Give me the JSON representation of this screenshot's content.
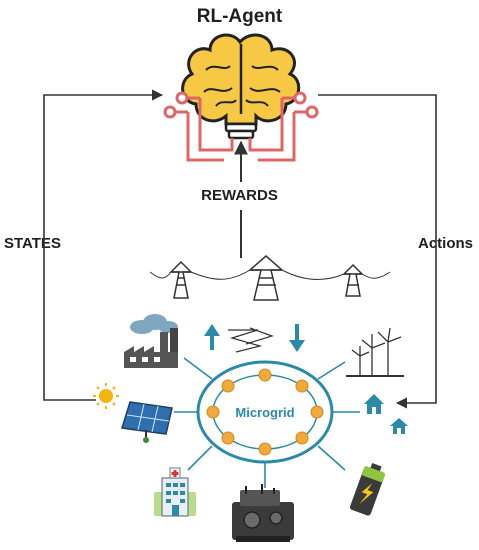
{
  "title": "RL-Agent",
  "labels": {
    "rewards": "REWARDS",
    "states": "STATES",
    "actions": "Actions",
    "microgrid": "Microgrid"
  },
  "colors": {
    "brain": "#f7c844",
    "circuit": "#e06666",
    "microgrid_ring": "#2a8aa8",
    "node": "#f0a93a",
    "arrow": "#333333"
  },
  "icons": [
    "brain-icon",
    "transmission-towers-icon",
    "factory-icon",
    "wind-turbines-icon",
    "solar-panel-icon",
    "sun-icon",
    "house-icon",
    "battery-icon",
    "hospital-icon",
    "generator-icon"
  ]
}
